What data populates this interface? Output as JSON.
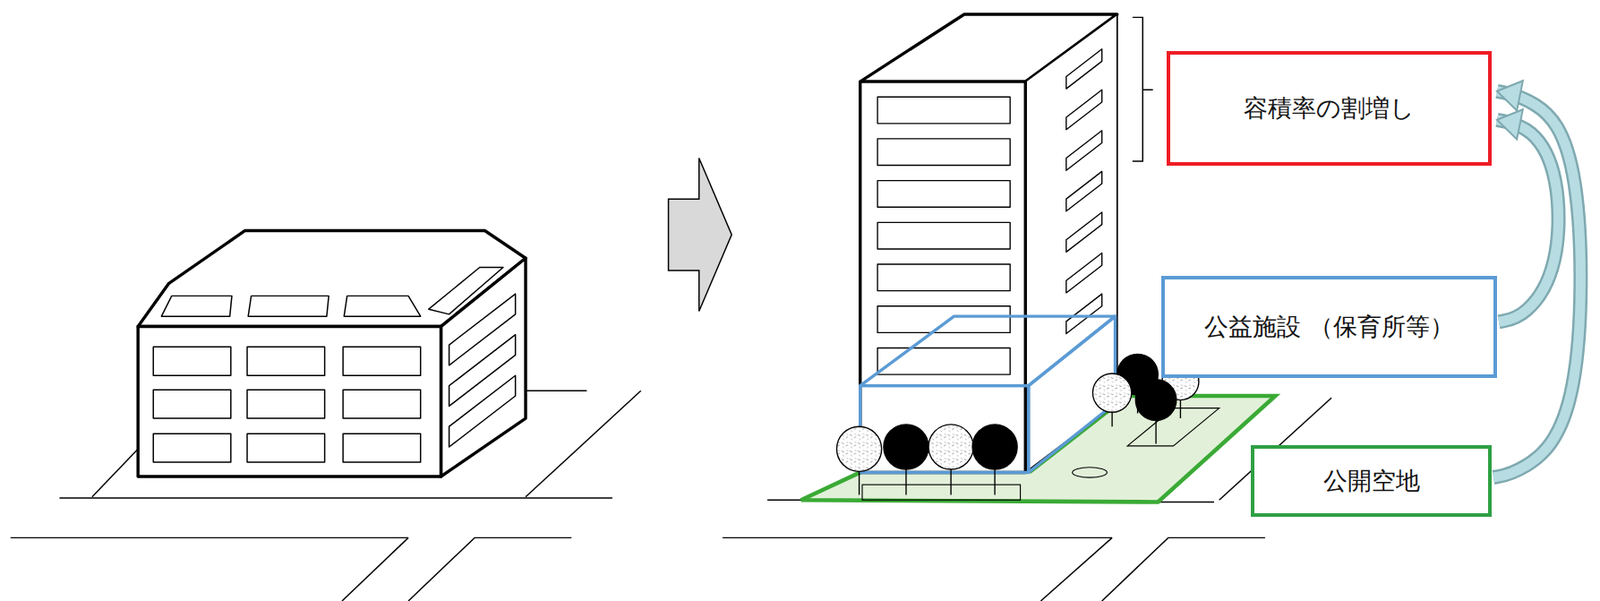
{
  "diagram": {
    "nodes": [
      {
        "text": [
          "容積率の割増し"
        ]
      },
      {
        "text": [
          "公益施設 （保育所等）"
        ]
      },
      {
        "text": [
          "公開空地"
        ]
      }
    ],
    "edges": [
      {
        "from": 1,
        "to": 0,
        "arrow": "to"
      },
      {
        "from": 2,
        "to": 0,
        "arrow": "to"
      }
    ]
  }
}
